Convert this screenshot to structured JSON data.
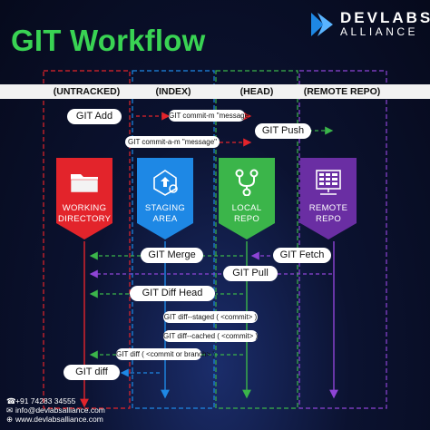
{
  "title": "GIT Workflow",
  "brand": {
    "name": "DEVLABS",
    "sub": "ALLIANCE"
  },
  "columns": {
    "untracked": "(UNTRACKED)",
    "index": "(INDEX)",
    "head": "(HEAD)",
    "remote": "(REMOTE REPO)"
  },
  "stages": {
    "working_directory": "WORKING DIRECTORY",
    "staging_area": "STAGING AREA",
    "local_repo": "LOCAL REPO",
    "remote_repo": "REMOTE REPO"
  },
  "commands": {
    "git_add": "GIT Add",
    "commit_m": "GIT commit-m \"message\"",
    "git_push": "GIT Push",
    "commit_a_m": "GIT commit-a-m \"message\"",
    "git_merge": "GIT Merge",
    "git_fetch": "GIT Fetch",
    "git_pull": "GIT Pull",
    "git_diff_head": "GIT Diff Head",
    "diff_staged": "GIT diff--staged ( <commit> )",
    "diff_cached": "GIT diff--cached ( <commit> )",
    "diff_commit_branch": "GIT diff ( <commit or branch> )",
    "git_diff": "GIT diff"
  },
  "contact": {
    "phone": "+91 74283 34555",
    "email": "info@devlabsalliance.com",
    "website": "www.devlabsalliance.com"
  },
  "colors": {
    "title": "#39d353",
    "working_directory": "#e3242b",
    "staging_area": "#1e88e5",
    "local_repo": "#3bb54a",
    "remote_repo": "#6a2ea3"
  },
  "icons": {
    "working_directory": "folder-icon",
    "staging_area": "gear-upload-icon",
    "local_repo": "git-branch-icon",
    "remote_repo": "server-grid-icon",
    "brand": "devlabs-logo-icon"
  }
}
